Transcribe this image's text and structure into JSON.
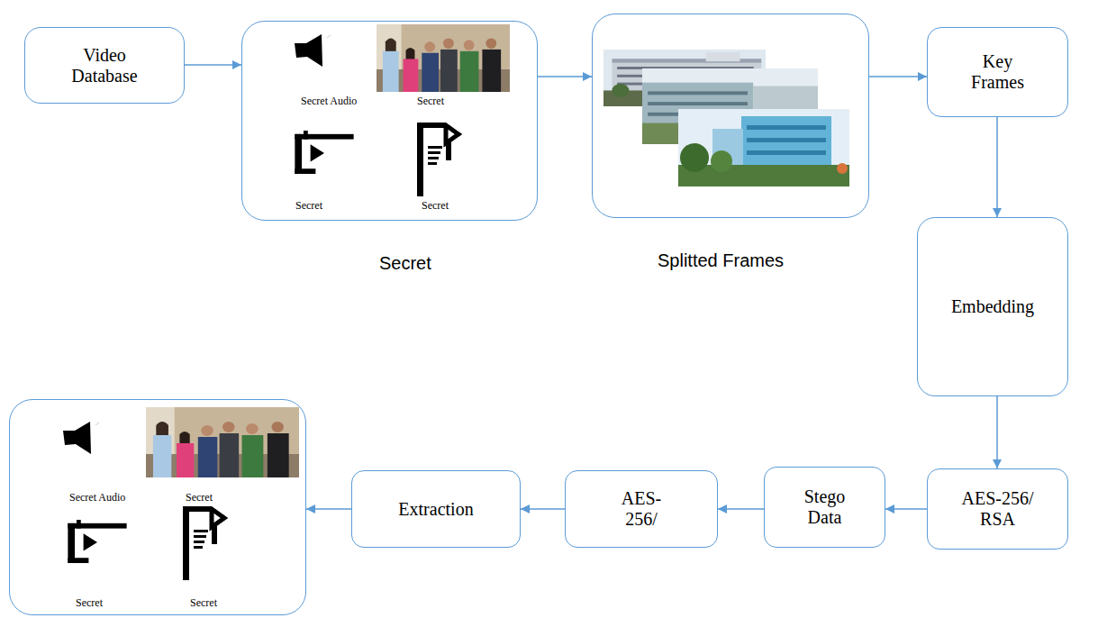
{
  "diagram": {
    "nodes": [
      {
        "text": [
          "Video Database"
        ]
      },
      {
        "text": [
          "Secret Audio",
          "Secret",
          "Secret",
          "Secret",
          "Secret"
        ]
      },
      {
        "text": [
          "Splitted Frames"
        ]
      },
      {
        "text": [
          "Key Frames"
        ]
      },
      {
        "text": [
          "Embedding"
        ]
      },
      {
        "text": [
          "AES-256/ RSA"
        ]
      },
      {
        "text": [
          "Stego Data"
        ]
      },
      {
        "text": [
          "AES- 256/"
        ]
      },
      {
        "text": [
          "Extraction"
        ]
      },
      {
        "text": [
          "Secret Audio",
          "Secret",
          "Secret",
          "Secret"
        ]
      }
    ],
    "edges": [
      {
        "from": 0,
        "to": 1,
        "arrow": "to"
      },
      {
        "from": 1,
        "to": 2,
        "arrow": "to"
      },
      {
        "from": 2,
        "to": 3,
        "arrow": "to"
      },
      {
        "from": 3,
        "to": 4,
        "arrow": "to"
      },
      {
        "from": 4,
        "to": 5,
        "arrow": "to"
      },
      {
        "from": 5,
        "to": 6,
        "arrow": "to"
      },
      {
        "from": 6,
        "to": 7,
        "arrow": "to"
      },
      {
        "from": 7,
        "to": 8,
        "arrow": "to"
      },
      {
        "from": 8,
        "to": 9,
        "arrow": "to"
      }
    ]
  }
}
